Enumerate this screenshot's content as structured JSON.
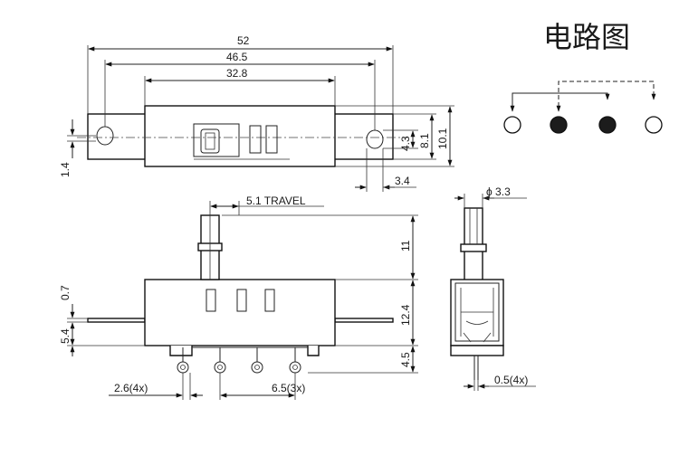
{
  "title": "电路图",
  "dims": {
    "d52": "52",
    "d46_5": "46.5",
    "d32_8": "32.8",
    "d4_3": "4.3",
    "d8_1": "8.1",
    "d10_1": "10.1",
    "d1_4": "1.4",
    "d3_4": "3.4",
    "travel": "5.1 TRAVEL",
    "d11": "11",
    "d12_4": "12.4",
    "d4_5": "4.5",
    "d0_7": "0.7",
    "d5_4": "5.4",
    "pitch_a": "2.6(4x)",
    "pitch_b": "6.5(3x)",
    "phi": "ϕ 3.3",
    "pin_w": "0.5(4x)"
  },
  "circuit": {
    "terminals": [
      {
        "id": 1,
        "state": "open"
      },
      {
        "id": 2,
        "state": "filled"
      },
      {
        "id": 3,
        "state": "filled"
      },
      {
        "id": 4,
        "state": "open"
      }
    ]
  },
  "colors": {
    "ink": "#111111",
    "filled_terminal": "#1c1c1c"
  }
}
